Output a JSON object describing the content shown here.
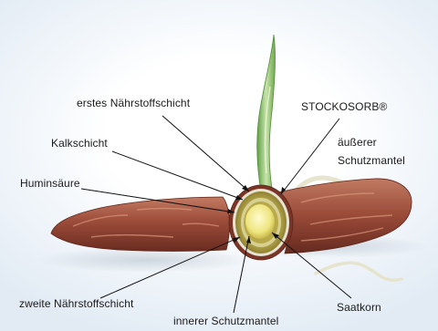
{
  "labels": {
    "erstes_naehrstoffschicht": "erstes Nährstoffschicht",
    "kalkschicht": "Kalkschicht",
    "huminsaeure": "Huminsäure",
    "stockosorb": "STOCKOSORB®",
    "aeusserer_line1": "äußerer",
    "aeusserer_line2": "Schutzmantel",
    "zweite_naehrstoffschicht": "zweite Nährstoffschicht",
    "innerer_schutzmantel": "innerer Schutzmantel",
    "saatkorn": "Saatkorn"
  },
  "colors": {
    "coat": "#9a4a38",
    "coat_dark": "#6e2f22",
    "coat_light": "#c7735b",
    "lime_ring": "#d4c98a",
    "nutrient_ring": "#a99a3a",
    "seed": "#f4ef9a",
    "sprout": "#8fbf6a",
    "root": "#ecebd8"
  },
  "icons": [
    "coated-seed-pellet",
    "sprout-shoot",
    "root-tendril"
  ]
}
